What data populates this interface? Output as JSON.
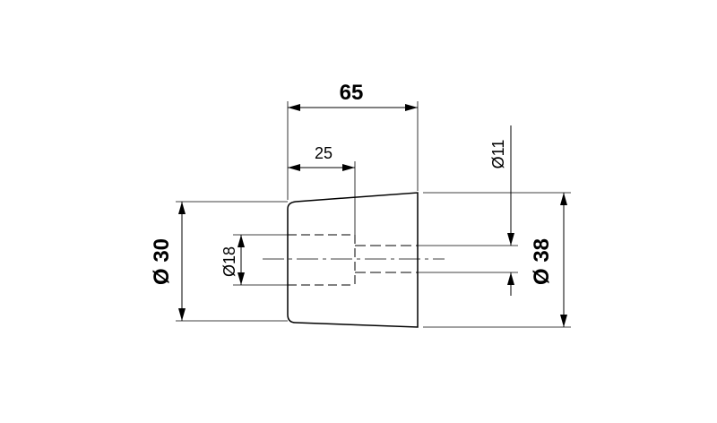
{
  "dimensions": {
    "overall_length": "65",
    "bore_depth": "25",
    "small_diameter": "Ø 30",
    "large_diameter": "Ø 38",
    "bore_diameter": "Ø18",
    "hole_diameter": "Ø11"
  },
  "colors": {
    "line": "#000000",
    "background": "#ffffff"
  }
}
